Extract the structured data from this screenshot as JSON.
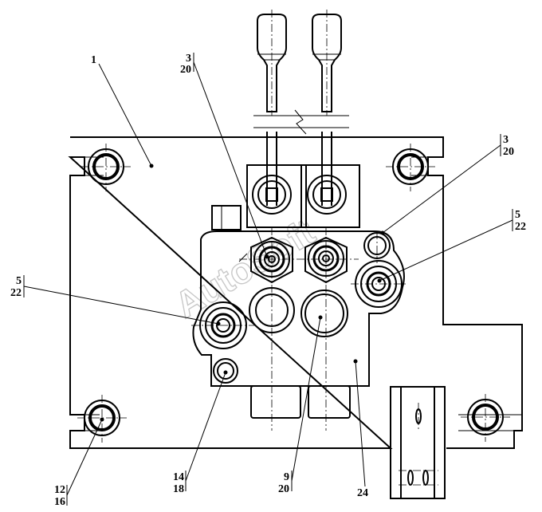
{
  "watermark": "AutoSoft",
  "callouts": [
    {
      "top": "1"
    },
    {
      "top": "3",
      "bottom": "20"
    },
    {
      "top": "3",
      "bottom": "20"
    },
    {
      "top": "5",
      "bottom": "22"
    },
    {
      "top": "5",
      "bottom": "22"
    },
    {
      "top": "12",
      "bottom": "16"
    },
    {
      "top": "14",
      "bottom": "18"
    },
    {
      "top": "9",
      "bottom": "20"
    },
    {
      "top": "24"
    }
  ]
}
